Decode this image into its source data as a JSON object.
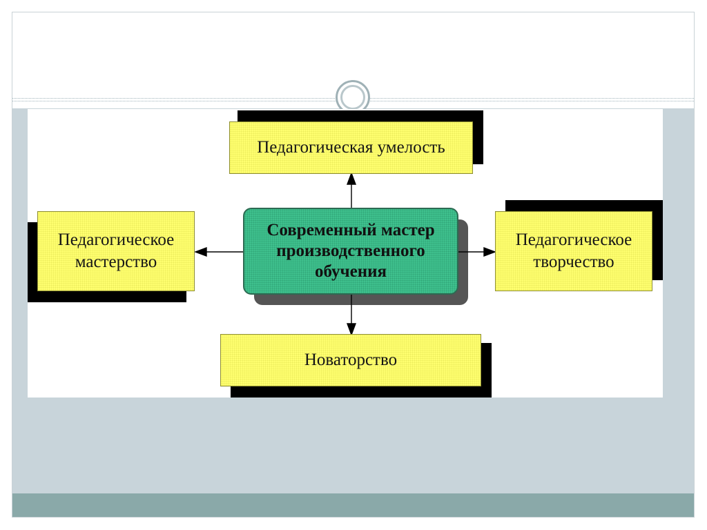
{
  "diagram": {
    "center": {
      "line1": "Современный мастер",
      "line2": "производственного",
      "line3": "обучения"
    },
    "top": {
      "label": "Педагогическая умелость"
    },
    "left": {
      "line1": "Педагогическое",
      "line2": "мастерство"
    },
    "right": {
      "line1": "Педагогическое",
      "line2": "творчество"
    },
    "bottom": {
      "label": "Новаторство"
    }
  },
  "colors": {
    "box_fill": "#ffff70",
    "center_fill": "#3fc18e",
    "content_band": "#c8d4da",
    "footer_band": "#8aa9a9"
  }
}
